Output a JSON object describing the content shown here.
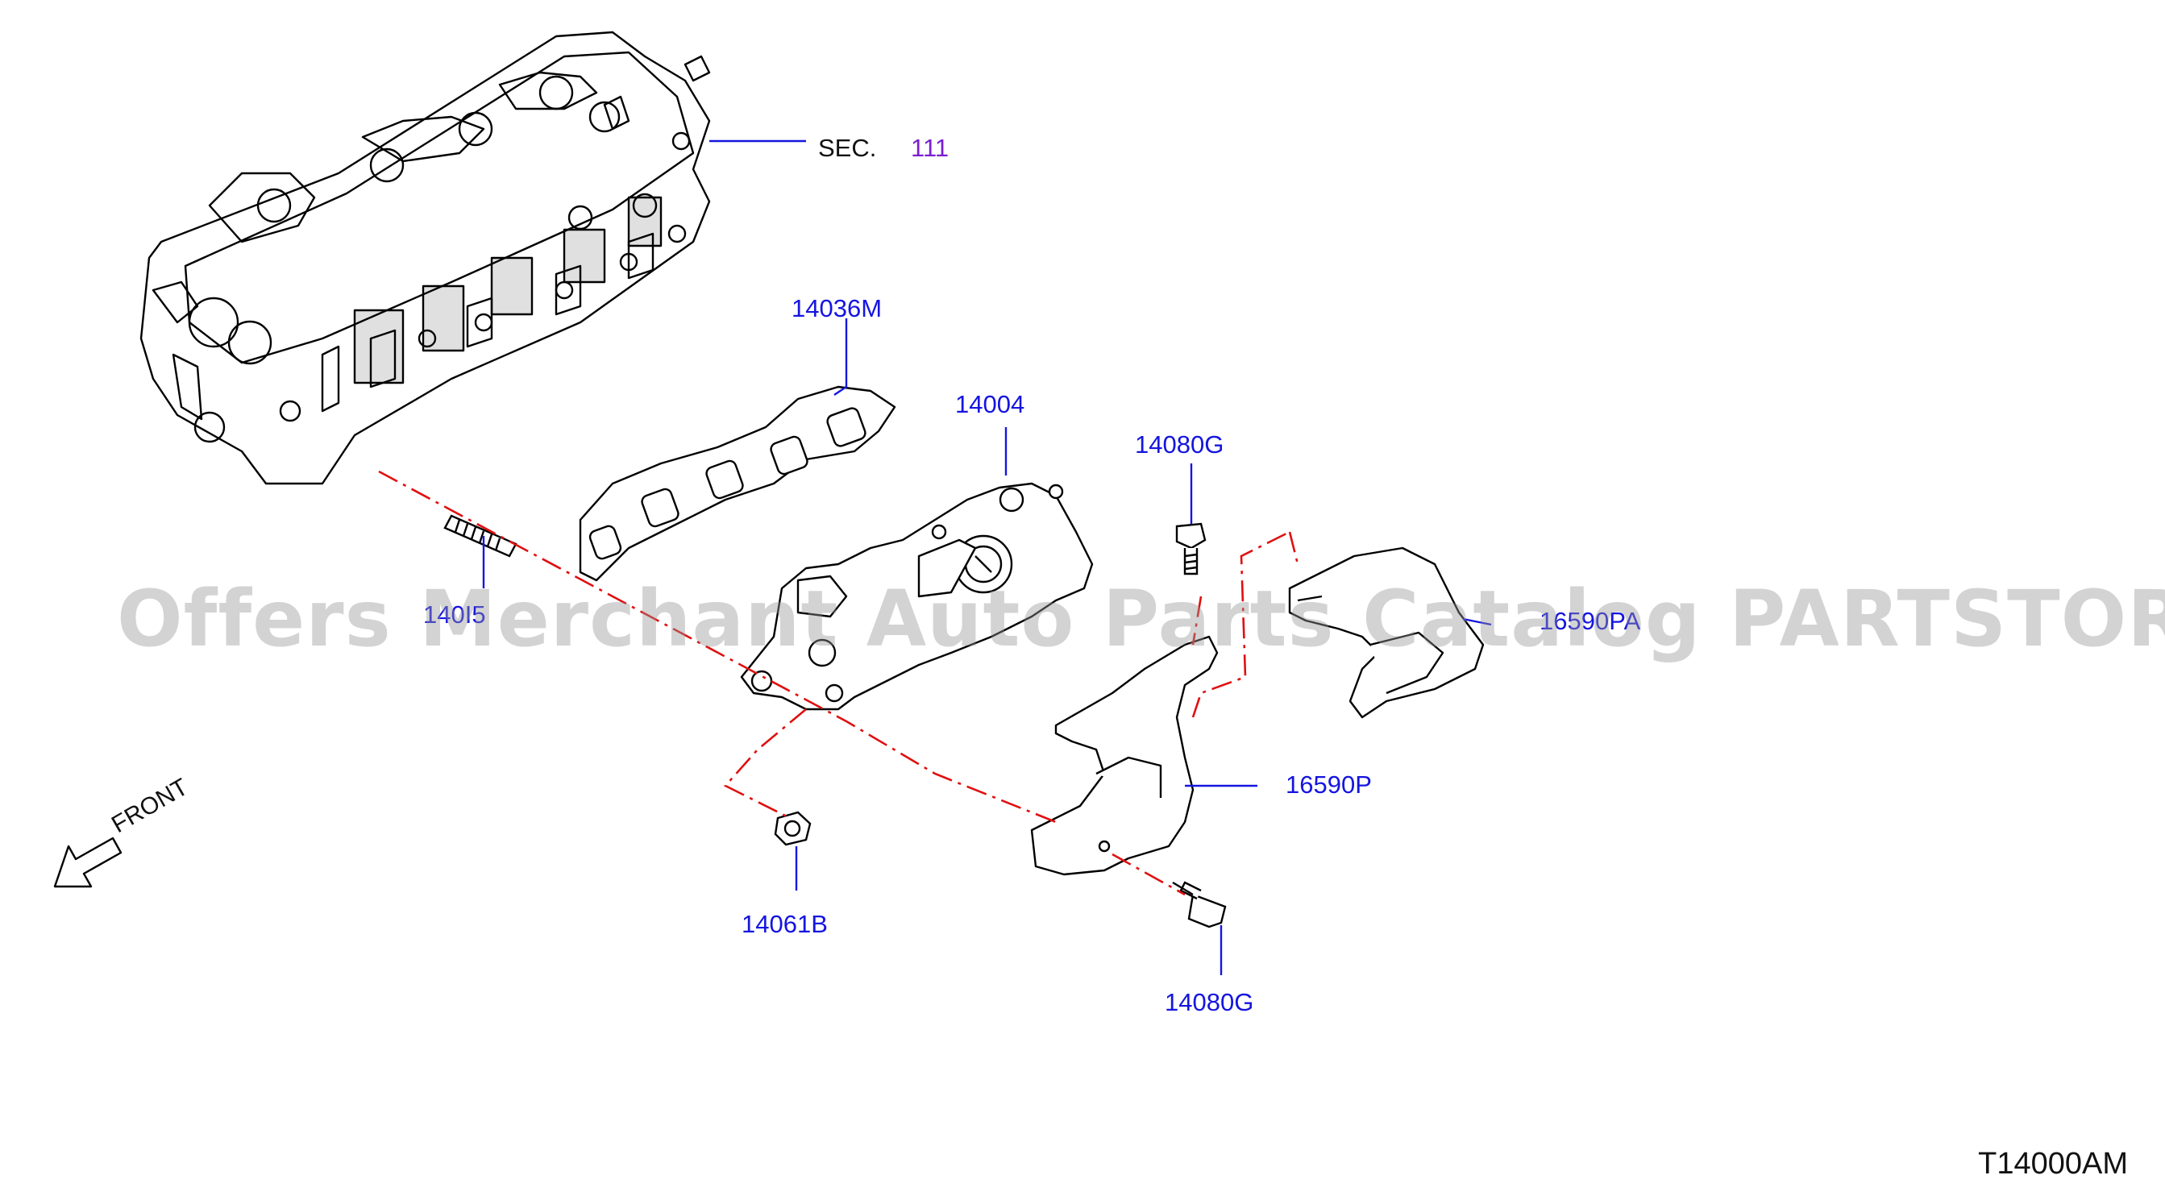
{
  "labels": {
    "sec_prefix": "SEC.",
    "sec_number": "111",
    "gasket": "14036M",
    "manifold": "14004",
    "bolt_top": "14080G",
    "stud": "140I5",
    "heat_insulator_upper": "16590PA",
    "heat_insulator_lower": "16590P",
    "nut": "14061B",
    "bolt_bottom": "14080G"
  },
  "front_label": "FRONT",
  "diagram_code": "T14000AM",
  "watermark": "Offers Merchant Auto Parts Catalog PARTSTORE.SA",
  "colors": {
    "line_art": "#000000",
    "leader": "#1515e0",
    "center_line": "#e01010",
    "part_label": "#1515e0",
    "section_ref": "#7a1fd0"
  }
}
